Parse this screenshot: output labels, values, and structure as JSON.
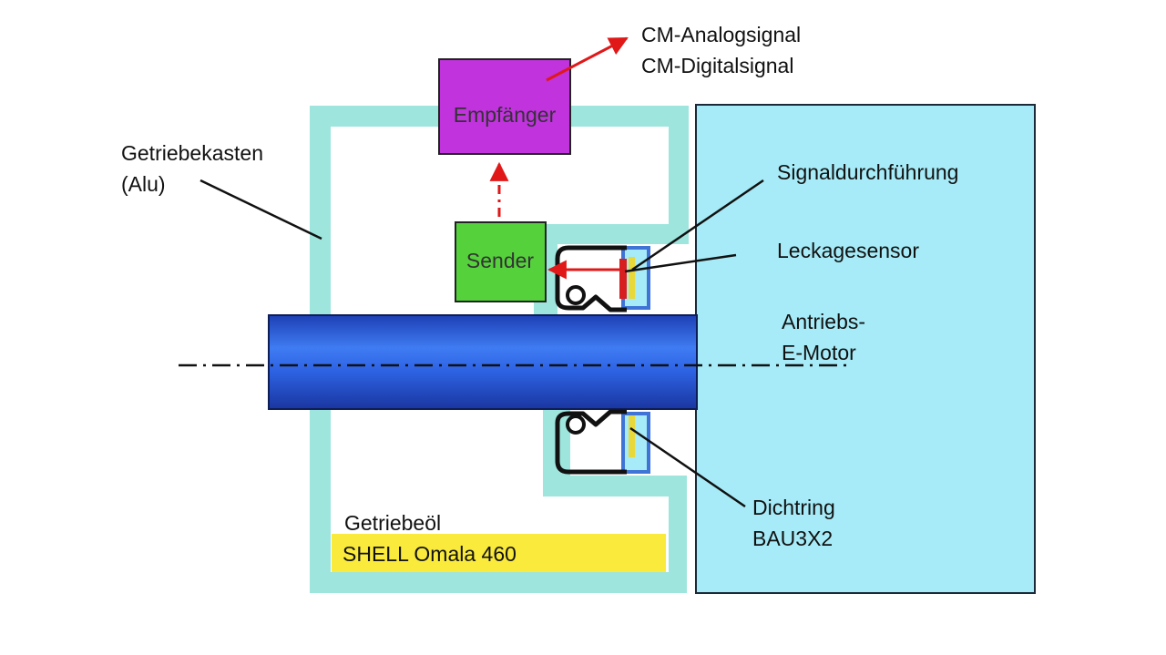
{
  "labels": {
    "output_line1": "CM-Analogsignal",
    "output_line2": "CM-Digitalsignal",
    "empfaenger": "Empfänger",
    "getriebekasten_line1": "Getriebekasten",
    "getriebekasten_line2": "(Alu)",
    "signaldurchfuehrung": "Signaldurchführung",
    "leckagesensor": "Leckagesensor",
    "sender": "Sender",
    "motor_line1": "Antriebs-",
    "motor_line2": "E-Motor",
    "dichtring_line1": "Dichtring",
    "dichtring_line2": "BAU3X2",
    "getriebeoel": "Getriebeöl",
    "oil_name": "SHELL Omala 460"
  },
  "colors": {
    "housing": "#9ee5de",
    "motor": "#a6ebf7",
    "shaft": "#2f63e6",
    "empfaenger": "#c033dd",
    "sender": "#55d13c",
    "oil": "#f9ea3c",
    "signal_arrow": "#e01818",
    "seal_yellow": "#e8d83a",
    "seal_red": "#d81f1f",
    "seal_blue": "#3f74d6"
  }
}
